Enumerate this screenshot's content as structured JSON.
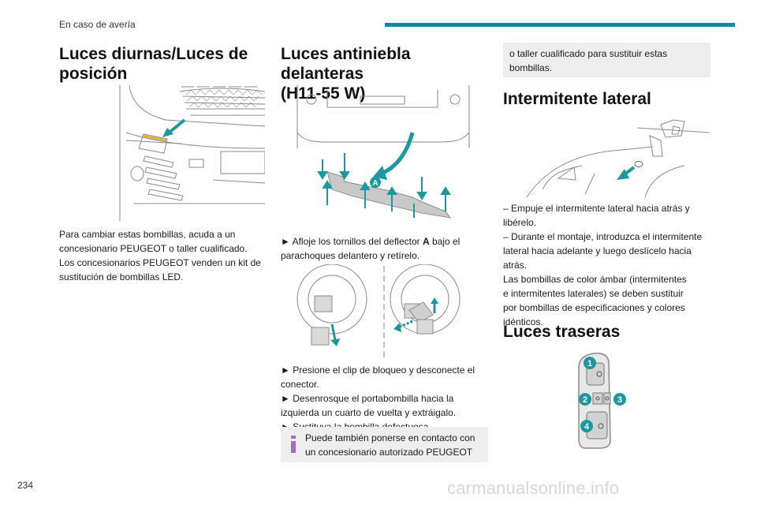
{
  "header": {
    "section_title": "En caso de avería",
    "accent_color": "#0e8aa5"
  },
  "page_number": "234",
  "watermark": "carmanualsonline.info",
  "col1": {
    "title_line1": "Luces diurnas/Luces de",
    "title_line2": "posición",
    "figure_icon": "front-bumper-daytime-light-illustration",
    "p_line1": "Para cambiar estas bombillas, acuda a un",
    "p_line2": "concesionario PEUGEOT o taller cualificado.",
    "p_line3": "Los concesionarios PEUGEOT venden un kit de",
    "p_line4": "sustitución de bombillas LED."
  },
  "col2": {
    "title_line1": "Luces antiniebla delanteras",
    "title_line2": "(H11-55 W)",
    "figure1_icon": "fog-light-deflector-illustration",
    "figure1_label": "A",
    "step_marker": "►",
    "step1_line1_a": "Afloje los tornillos del deflector ",
    "step1_bold": "A",
    "step1_line1_b": " bajo el",
    "step1_line2": "parachoques delantero y retírelo.",
    "figure2_icon": "fog-light-connector-illustration",
    "step2_line1": "Presione el clip de bloqueo y desconecte el",
    "step2_line2": "conector.",
    "step3_line1": "Desenrosque el portabombilla hacia la",
    "step3_line2": "izquierda un cuarto de vuelta y extráigalo.",
    "step4_line1": "Sustituya la bombilla defectuosa.",
    "info_icon": "info-icon",
    "info_line1": "Puede también ponerse en contacto con",
    "info_line2": "un concesionario autorizado PEUGEOT"
  },
  "col3": {
    "info_cont_line1": "o taller cualificado para sustituir estas",
    "info_cont_line2": "bombillas.",
    "title_side": "Intermitente lateral",
    "figure_side_icon": "side-indicator-illustration",
    "dash": "–",
    "side_line1": "Empuje el intermitente lateral hacia atrás y",
    "side_line2": "libérelo.",
    "side_line3": "Durante el montaje, introduzca el intermitente",
    "side_line4": "lateral hacia adelante y luego deslícelo hacia",
    "side_line5": "atrás.",
    "side_line6": "Las bombillas de color ámbar (intermitentes",
    "side_line7": "e intermitentes laterales) se deben sustituir",
    "side_line8": "por bombillas de especificaciones y colores",
    "side_line9": "idénticos.",
    "title_rear": "Luces traseras",
    "figure_rear_icon": "rear-light-cluster-illustration",
    "rear_labels": [
      "1",
      "2",
      "3",
      "4"
    ]
  }
}
